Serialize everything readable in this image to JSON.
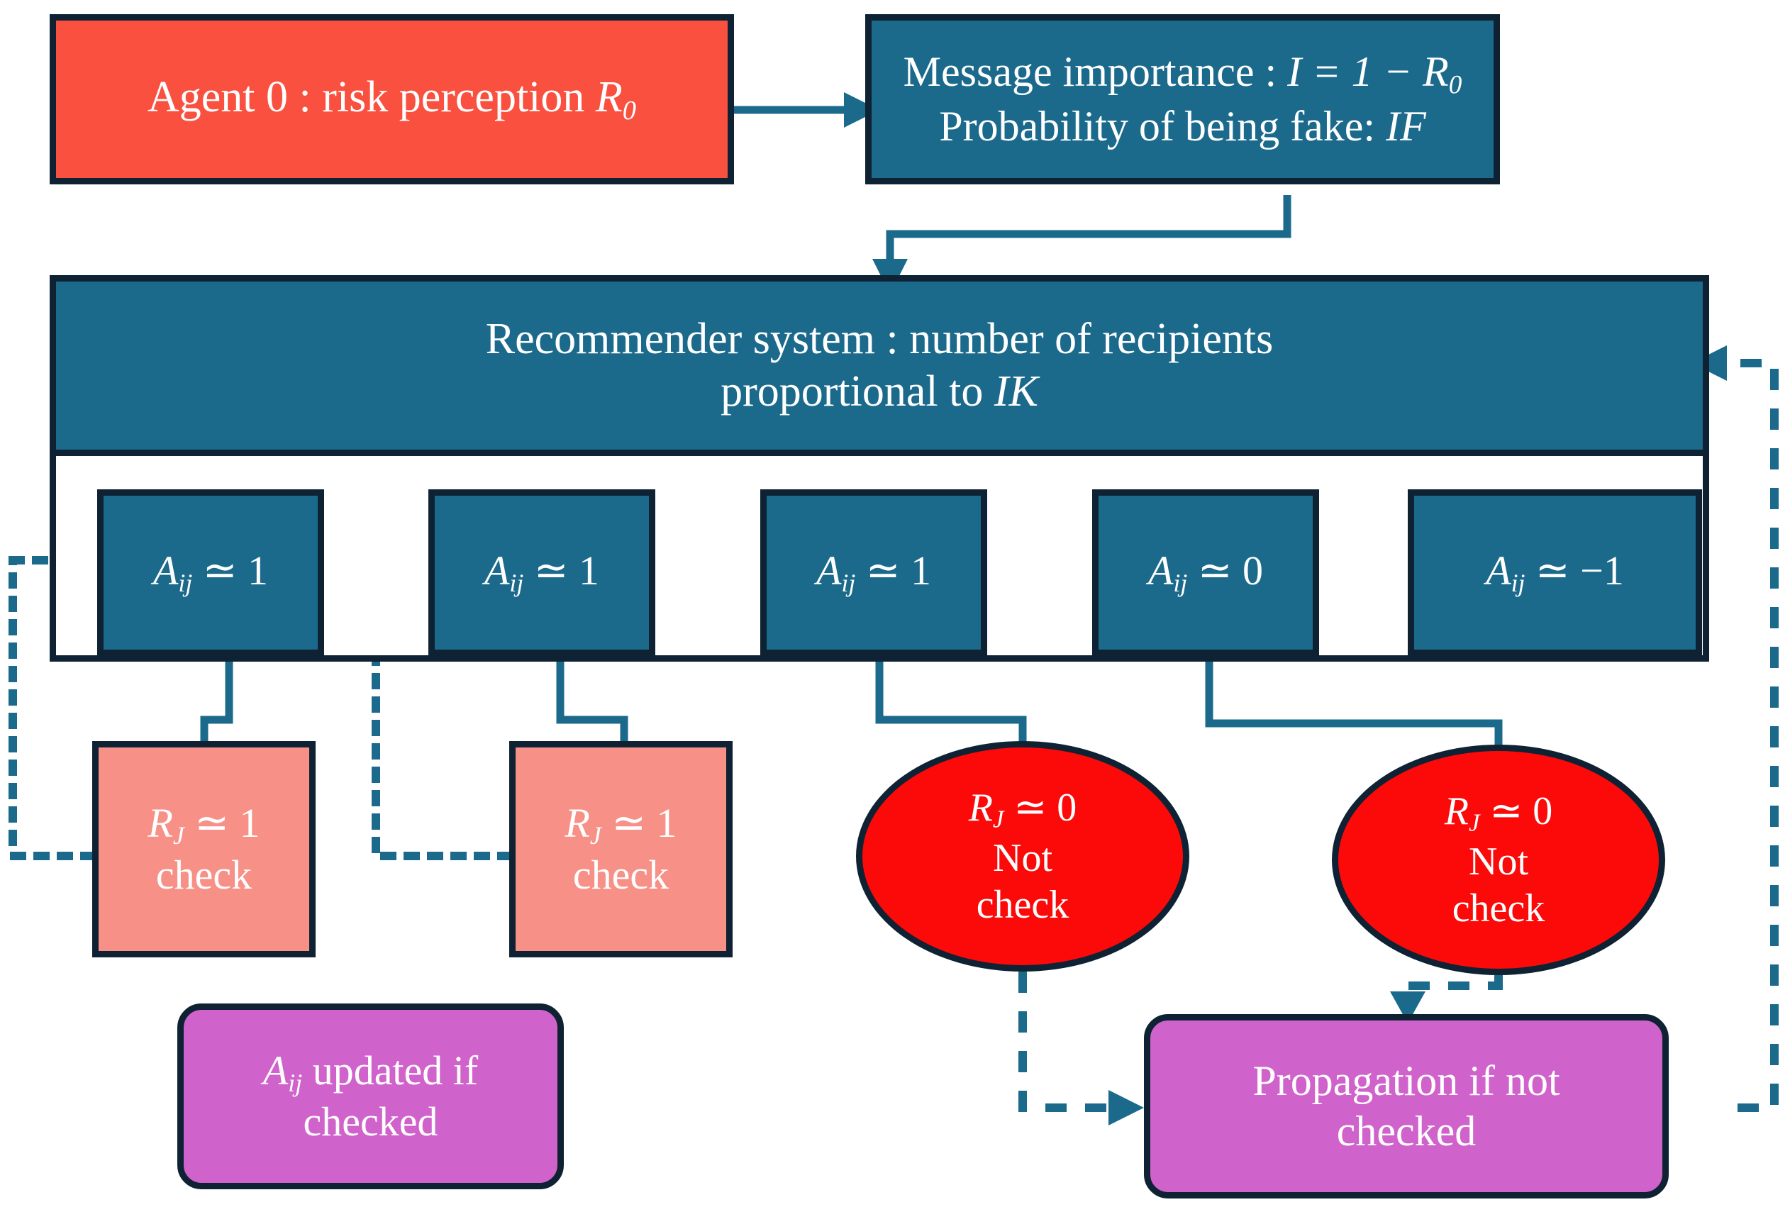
{
  "diagram": {
    "title": "Fake news propagation model flowchart",
    "colors": {
      "dark_border": "#0E2233",
      "teal": "#1B6A8C",
      "orange": "#F9503F",
      "salmon": "#F79086",
      "magenta": "#D062CC",
      "red": "#FB0A09",
      "connector": "#1B6A8C"
    },
    "nodes": {
      "agent": {
        "label": "Agent 0 : risk perception ",
        "symbol": "R",
        "symbol_sub": "0"
      },
      "message": {
        "line1_prefix": "Message importance : ",
        "line1_formula": "I = 1 − R",
        "line1_sub": "0",
        "line2_prefix": "Probability of being fake: ",
        "line2_formula": "IF"
      },
      "recommender": {
        "line1": "Recommender system : number of recipients",
        "line2_prefix": "proportional to ",
        "line2_formula": "IK"
      },
      "agents_row": [
        {
          "symbol": "A",
          "sub": "ij",
          "relation": "≃ 1"
        },
        {
          "symbol": "A",
          "sub": "ij",
          "relation": "≃ 1"
        },
        {
          "symbol": "A",
          "sub": "ij",
          "relation": "≃ 1"
        },
        {
          "symbol": "A",
          "sub": "ij",
          "relation": "≃ 0"
        },
        {
          "symbol": "A",
          "sub": "ij",
          "relation": "≃ −1"
        }
      ],
      "checks": [
        {
          "symbol": "R",
          "sub": "J",
          "relation": "≃ 1",
          "action": "check"
        },
        {
          "symbol": "R",
          "sub": "J",
          "relation": "≃ 1",
          "action": "check"
        }
      ],
      "not_checks": [
        {
          "symbol": "R",
          "sub": "J",
          "relation": "≃ 0",
          "action_line1": "Not",
          "action_line2": "check"
        },
        {
          "symbol": "R",
          "sub": "J",
          "relation": "≃ 0",
          "action_line1": "Not",
          "action_line2": "check"
        }
      ],
      "updated": {
        "symbol": "A",
        "sub": "ij",
        "line1_rest": " updated if",
        "line2": "checked"
      },
      "propagation": {
        "line1": "Propagation if not",
        "line2": "checked"
      }
    }
  }
}
